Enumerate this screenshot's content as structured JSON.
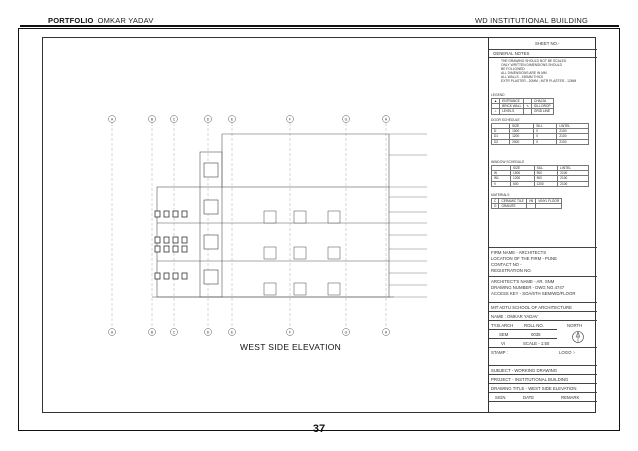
{
  "header": {
    "portfolio": "PORTFOLIO",
    "owner": "OMKAR YADAV",
    "project": "WD INSTITUTIONAL BUILDING"
  },
  "drawing": {
    "title": "WEST SIDE ELEVATION",
    "grid_labels_top": [
      "A",
      "B",
      "C",
      "D",
      "E",
      "F",
      "G",
      "H"
    ],
    "grid_labels_bottom": [
      "A",
      "B",
      "C",
      "D",
      "E",
      "F",
      "G",
      "H"
    ]
  },
  "title_block": {
    "sheet_no": "SHEET NO.-",
    "general_notes_label": "GENERAL NOTES",
    "notes": [
      "THE DRAWING SHOULD NOT BE SCALED",
      "ONLY WRITTEN DIMENSIONS SHOULD",
      "BE FOLLOWED",
      "ALL DIMENSIONS ARE IN MM",
      "ALL WALLS - 150MM THICK",
      "EXTR PLASTER - 20MM ; INTR PLASTER - 12MM"
    ],
    "legend_label": "LEGEND",
    "legend": [
      [
        "ENTRANCE",
        "CHAJJA"
      ],
      [
        "BRICK WALL",
        "SILL DROP"
      ],
      [
        "LEVELS",
        "GRID LINE"
      ]
    ],
    "door_schedule_label": "DOOR SCHEDULE",
    "door_schedule": {
      "headers": [
        "",
        "SIZE",
        "SILL",
        "LINTEL"
      ],
      "rows": [
        [
          "D",
          "1000",
          "0",
          "2100"
        ],
        [
          "D1",
          "1200",
          "0",
          "2100"
        ],
        [
          "D2",
          "2000",
          "0",
          "2100"
        ]
      ]
    },
    "window_schedule_label": "WINDOW SCHEDULE",
    "window_schedule": {
      "headers": [
        "",
        "SIZE",
        "SILL",
        "LINTEL"
      ],
      "rows": [
        [
          "W",
          "1500",
          "900",
          "2100"
        ],
        [
          "W1",
          "1200",
          "900",
          "2100"
        ],
        [
          "V",
          "600",
          "1200",
          "2100"
        ]
      ]
    },
    "materials_label": "MATERIALS",
    "materials": [
      [
        "C",
        "CERAMIC TILE",
        "VN",
        "VINYL FLOOR"
      ],
      [
        "G",
        "GRANITE",
        "",
        ""
      ]
    ],
    "firm_lines": [
      "FIRM NAME - ARCHITECTS",
      "LOCATION OF THE FIRM - PUNE",
      "CONTACT NO -",
      "REGISTRATION NO."
    ],
    "architect_lines": [
      "ARCHITECT'S NAME - AR. SNM",
      "DRAWING NUMBER - DWG NO.4747",
      "ACCESS KEY - SOA/6TH SEM/WD/FLOOR"
    ],
    "school": "MIT ADTU SCHOOL OF ARCHITECTURE",
    "student_name": "NAME : OMKAR YADAV",
    "class": "TY.B.ARCH",
    "roll_no_label": "ROLL NO.",
    "north_label": "NORTH",
    "sem_label": "SEM",
    "roll_no": "0035",
    "sem": "VI",
    "scale": "SCALE - 1:50",
    "stamp": "STAMP :",
    "logo": "LOGO :-",
    "subject": "SUBJECT - WORKING DRAWING",
    "project": "PROJECT - INSTITUTIONAL BUILDING",
    "drawing_title": "DRAWING TITLE - WEST SIDE ELEVATION",
    "sign_headers": [
      "SIGN",
      "DATE",
      "REMARK"
    ]
  },
  "page_number": "37"
}
